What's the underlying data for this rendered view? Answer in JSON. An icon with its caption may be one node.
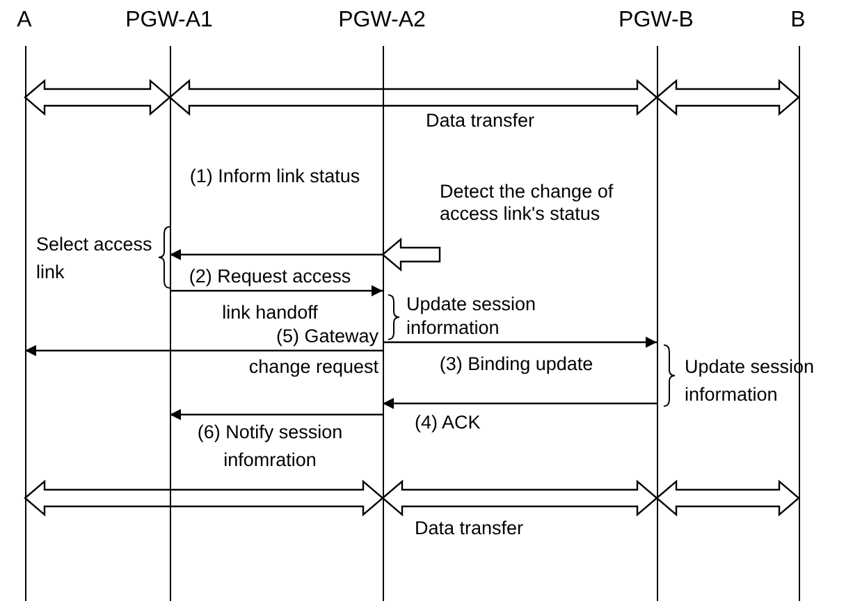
{
  "diagram": {
    "nodes": [
      {
        "text": [
          "A"
        ]
      },
      {
        "text": [
          "PGW-A1"
        ]
      },
      {
        "text": [
          "PGW-A2"
        ]
      },
      {
        "text": [
          "PGW-B"
        ]
      },
      {
        "text": [
          "B"
        ]
      },
      {
        "text": [
          "Detect the change of access link's status"
        ]
      }
    ],
    "edges": [
      {
        "from": 0,
        "to": 1,
        "arrow": "both",
        "style": "thick"
      },
      {
        "from": 1,
        "to": 3,
        "arrow": "both",
        "style": "thick",
        "label": "Data transfer"
      },
      {
        "from": 3,
        "to": 4,
        "arrow": "both",
        "style": "thick"
      },
      {
        "from": 5,
        "to": 2,
        "arrow": "to",
        "style": "thick"
      },
      {
        "from": 2,
        "to": 1,
        "arrow": "to",
        "label": "(1) Inform link status"
      },
      {
        "from": 1,
        "to": 2,
        "arrow": "to",
        "label": "(2) Request access link handoff"
      },
      {
        "from": 2,
        "to": 3,
        "arrow": "to",
        "label": "(3) Binding update"
      },
      {
        "from": 2,
        "to": 0,
        "arrow": "to",
        "label": "(5) Gateway change request"
      },
      {
        "from": 3,
        "to": 2,
        "arrow": "to",
        "label": "(4) ACK"
      },
      {
        "from": 2,
        "to": 1,
        "arrow": "to",
        "label": "(6) Notify session infomration"
      },
      {
        "from": 0,
        "to": 2,
        "arrow": "both",
        "style": "thick"
      },
      {
        "from": 2,
        "to": 3,
        "arrow": "both",
        "style": "thick",
        "label": "Data transfer"
      },
      {
        "from": 3,
        "to": 4,
        "arrow": "both",
        "style": "thick"
      }
    ],
    "labels": [
      "Select access link",
      "Update session information",
      "Update session information"
    ]
  }
}
